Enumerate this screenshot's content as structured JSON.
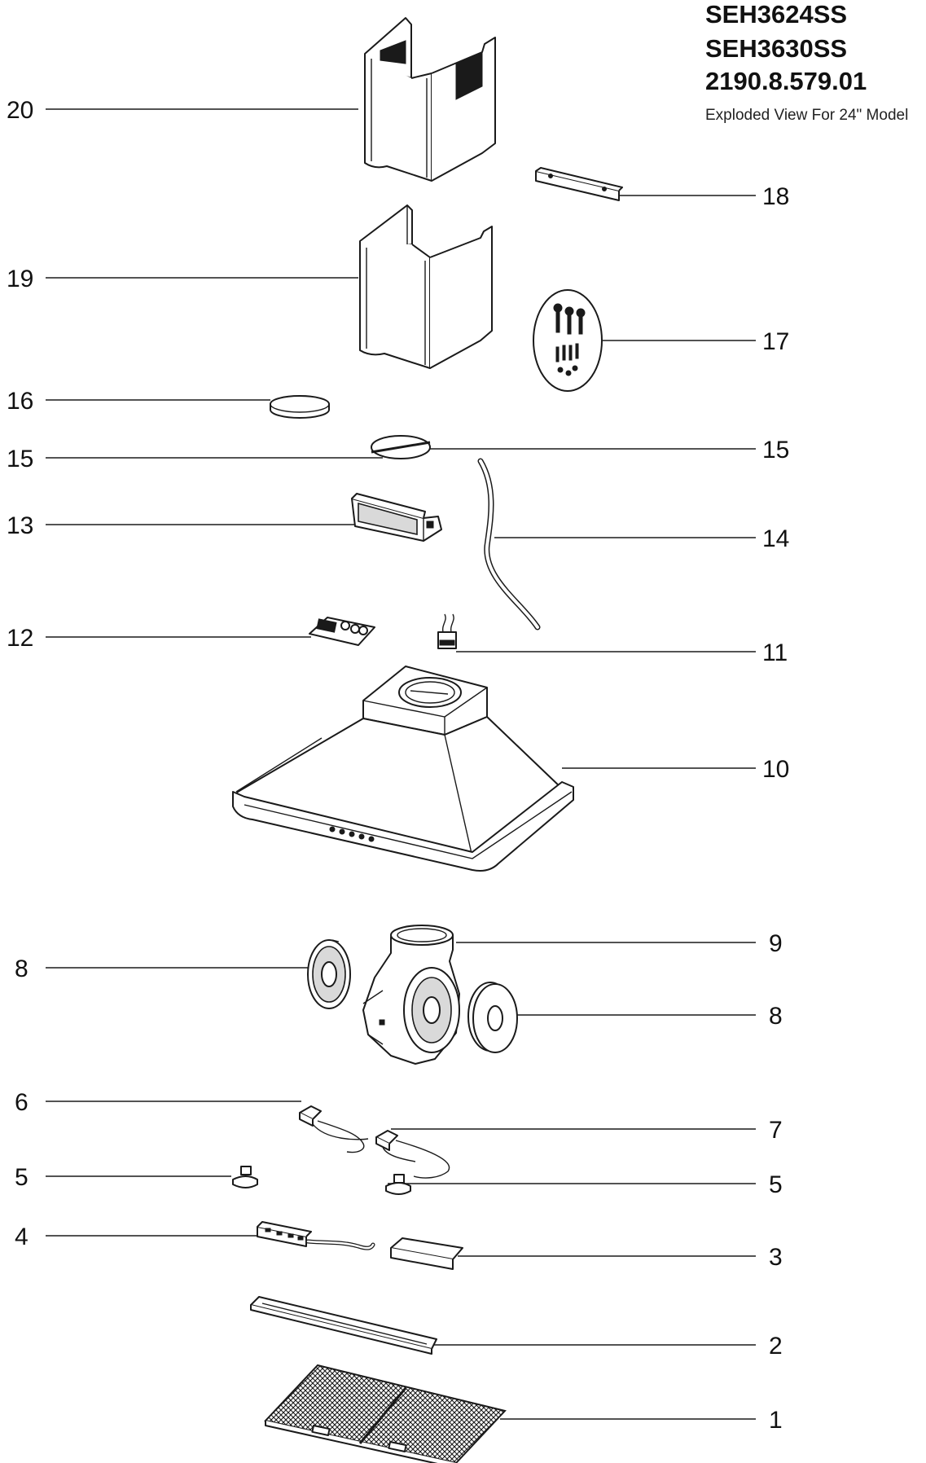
{
  "header": {
    "model_1": "SEH3624SS",
    "model_2": "SEH3630SS",
    "part_number": "2190.8.579.01",
    "subtitle": "Exploded View For 24\" Model"
  },
  "parts": {
    "p20": "20",
    "p19": "19",
    "p16": "16",
    "p15_left": "15",
    "p15_right": "15",
    "p13": "13",
    "p14": "14",
    "p12": "12",
    "p11": "11",
    "p10": "10",
    "p18": "18",
    "p17": "17",
    "p9": "9",
    "p8_left": "8",
    "p8_right": "8",
    "p6": "6",
    "p7": "7",
    "p5_left": "5",
    "p5_right": "5",
    "p4": "4",
    "p3": "3",
    "p2": "2",
    "p1": "1"
  },
  "colors": {
    "line": "#1a1a1a",
    "background": "#ffffff"
  }
}
